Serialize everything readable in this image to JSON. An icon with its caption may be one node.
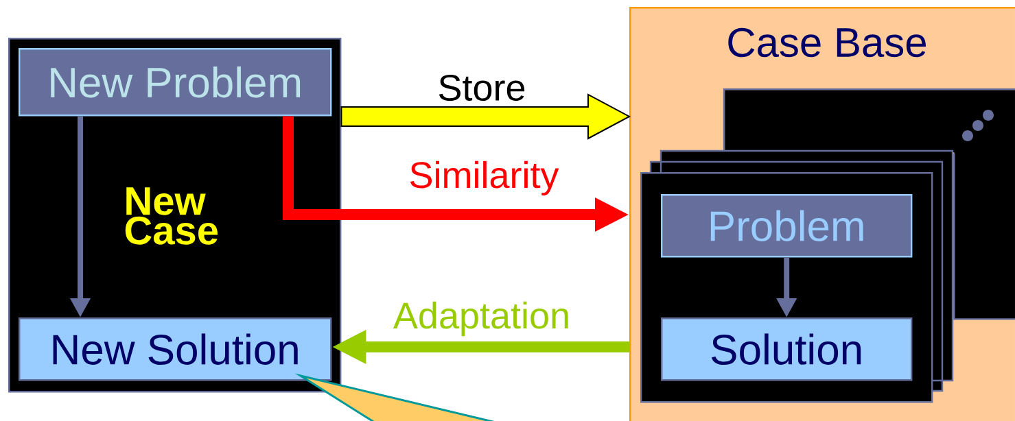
{
  "diagram": {
    "nodes": [
      {
        "text": [
          "New Case"
        ]
      },
      {
        "text": [
          "New Problem"
        ],
        "in": 0
      },
      {
        "text": [
          "New Solution"
        ],
        "in": 0
      },
      {
        "text": [
          "Case Base"
        ]
      },
      {
        "text": [],
        "shape": "box",
        "in": 3
      },
      {
        "text": [],
        "shape": "box",
        "in": 3
      },
      {
        "text": [
          "Problem"
        ],
        "in": 5
      },
      {
        "text": [
          "Solution"
        ],
        "in": 5
      }
    ],
    "edges": [
      {
        "from": 1,
        "to": 2,
        "arrow": "to"
      },
      {
        "from": 1,
        "to": 3,
        "arrow": "to",
        "label": "Store",
        "style": "thick",
        "color": "#ffff00"
      },
      {
        "from": 1,
        "to": 3,
        "arrow": "to",
        "label": "Similarity",
        "style": "thick",
        "color": "#ff0000"
      },
      {
        "from": 3,
        "to": 2,
        "arrow": "to",
        "label": "Adaptation",
        "style": "thick",
        "color": "#99cc00"
      },
      {
        "from": 6,
        "to": 7,
        "arrow": "to"
      }
    ]
  }
}
